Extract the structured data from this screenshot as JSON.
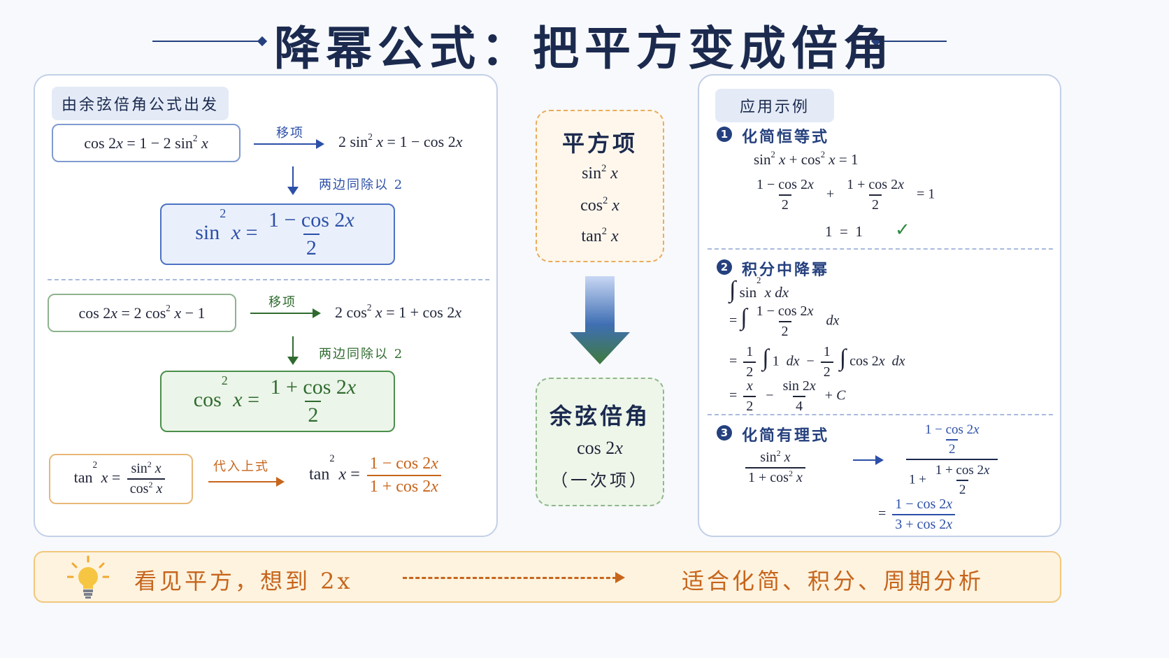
{
  "title": "降幂公式：把平方变成倍角",
  "left": {
    "tag": "由余弦倍角公式出发",
    "move_label": "移项",
    "divide_label": "两边同除以 2",
    "sub_label": "代入上式"
  },
  "middle": {
    "top_title": "平方项",
    "top_items": [
      "sin² x",
      "cos² x",
      "tan² x"
    ],
    "bottom_title": "余弦倍角",
    "bottom_expr": "cos 2x",
    "bottom_note": "（一次项）"
  },
  "right": {
    "tag": "应用示例",
    "ex1": {
      "num": "1",
      "title": "化简恒等式"
    },
    "ex2": {
      "num": "2",
      "title": "积分中降幂"
    },
    "ex3": {
      "num": "3",
      "title": "化简有理式"
    }
  },
  "footer": {
    "left_text": "看见平方，想到 2x",
    "right_text": "适合化简、积分、周期分析"
  },
  "colors": {
    "navy": "#1b2a4e",
    "blue": "#2c4fa8",
    "green": "#2f6b2f",
    "orange": "#c7651c",
    "footer_bg": "#fdf3df"
  }
}
